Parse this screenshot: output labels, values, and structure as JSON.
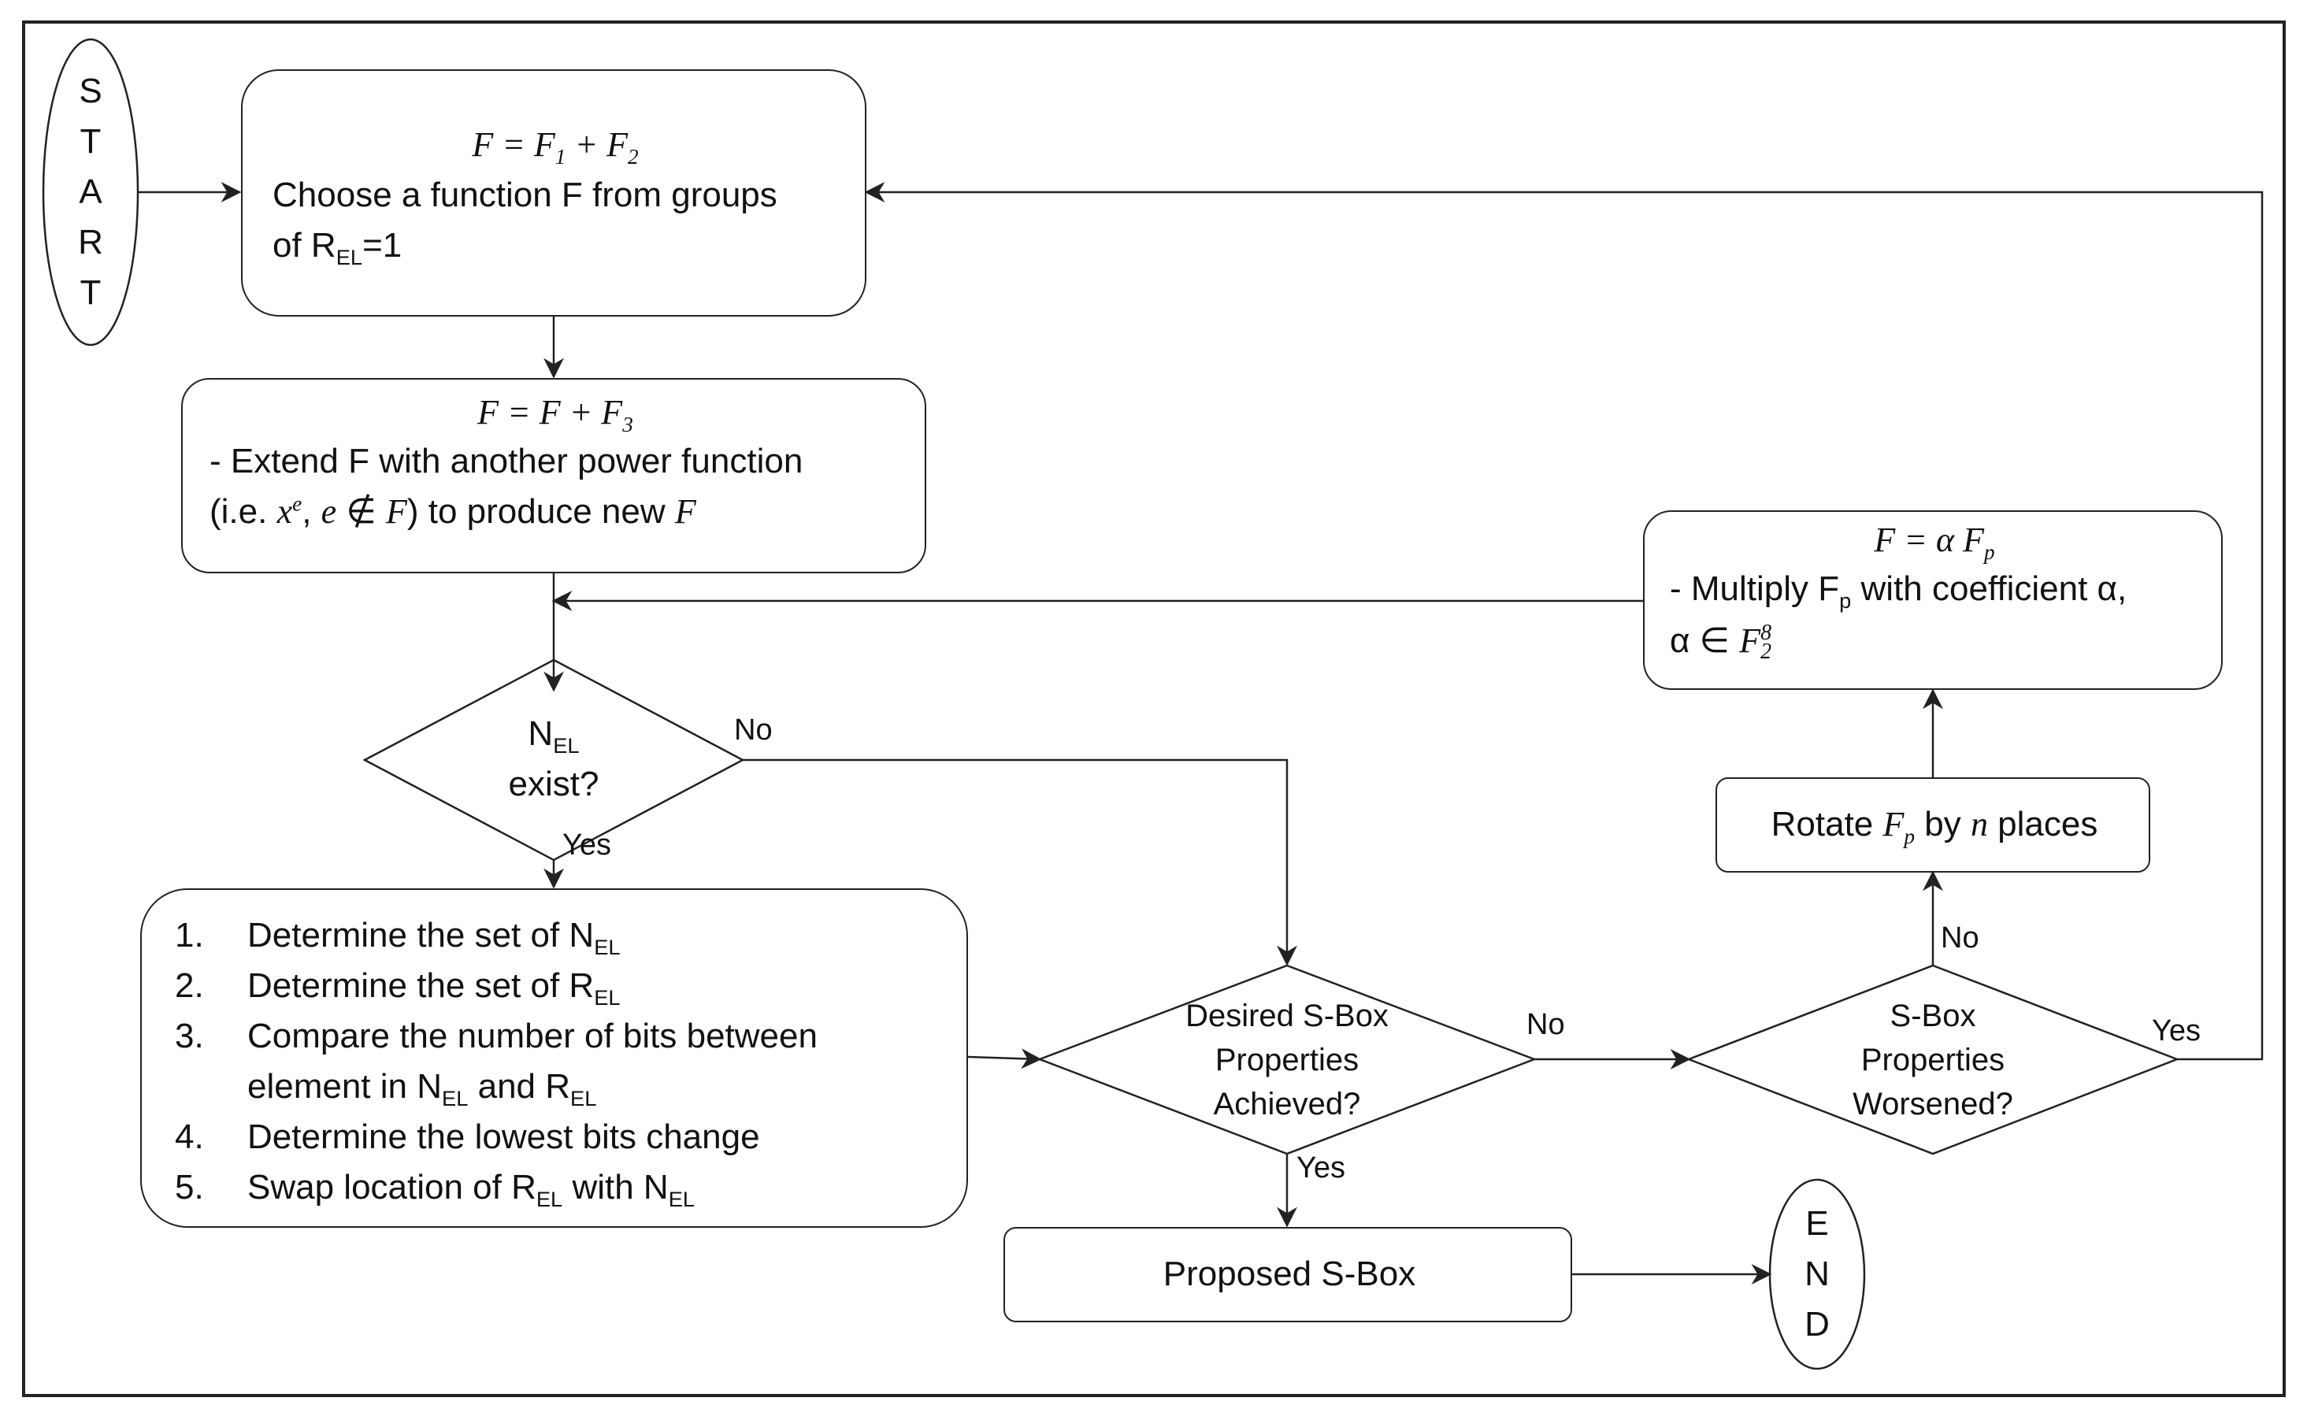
{
  "start": {
    "letters": [
      "S",
      "T",
      "A",
      "R",
      "T"
    ]
  },
  "end": {
    "letters": [
      "E",
      "N",
      "D"
    ]
  },
  "box_choose": {
    "formula": {
      "lhs": "F = F",
      "s1": "1",
      "plus": " + F",
      "s2": "2"
    },
    "line1": "Choose a function F from groups",
    "line2_pre": "of R",
    "line2_sub": "EL",
    "line2_post": "=1"
  },
  "box_extend": {
    "formula": {
      "lhs": "F = F + F",
      "sub": "3"
    },
    "line1": "- Extend F with another power function",
    "line2_a": "(i.e. ",
    "line2_x": "x",
    "line2_sup": "e",
    "line2_b": ", ",
    "line2_e": "e",
    "line2_c": " ∉ ",
    "line2_F": "F",
    "line2_d": ") to produce new ",
    "line2_F2": "F"
  },
  "decision_nel": {
    "line1_pre": "N",
    "line1_sub": "EL",
    "line2": "exist?"
  },
  "steps_box": {
    "items": [
      {
        "num": "1.",
        "text": "Determine the set of N",
        "sub": "EL"
      },
      {
        "num": "2.",
        "text": "Determine the set of R",
        "sub": "EL"
      },
      {
        "num": "3.",
        "text": "Compare the number of bits between"
      },
      {
        "num": "",
        "text": "element in N",
        "sub": "EL",
        "text2": " and R",
        "sub2": "EL"
      },
      {
        "num": "4.",
        "text": "Determine the lowest bits change"
      },
      {
        "num": "5.",
        "text": "Swap location of R",
        "sub": "EL",
        "text2": " with N",
        "sub2": "EL"
      }
    ]
  },
  "decision_desired": {
    "lines": [
      "Desired S-Box",
      "Properties",
      "Achieved?"
    ]
  },
  "decision_worsened": {
    "lines": [
      "S-Box",
      "Properties",
      "Worsened?"
    ]
  },
  "box_multiply": {
    "formula": {
      "lhs": "F = α F",
      "sub": "p"
    },
    "line1_pre": "- Multiply F",
    "line1_sub": "p",
    "line1_post": " with coefficient α,",
    "line2_pre": "α ∈ ",
    "line2_F": "F",
    "line2_sub": "2",
    "line2_sup": "8"
  },
  "box_rotate": {
    "pre": "Rotate ",
    "F": "F",
    "sub": "p",
    "mid": " by ",
    "n": "n",
    "post": " places"
  },
  "box_proposed": {
    "label": "Proposed S-Box"
  },
  "edge_labels": {
    "nel_no": "No",
    "nel_yes": "Yes",
    "desired_no": "No",
    "desired_yes": "Yes",
    "worsened_no": "No",
    "worsened_yes": "Yes"
  }
}
